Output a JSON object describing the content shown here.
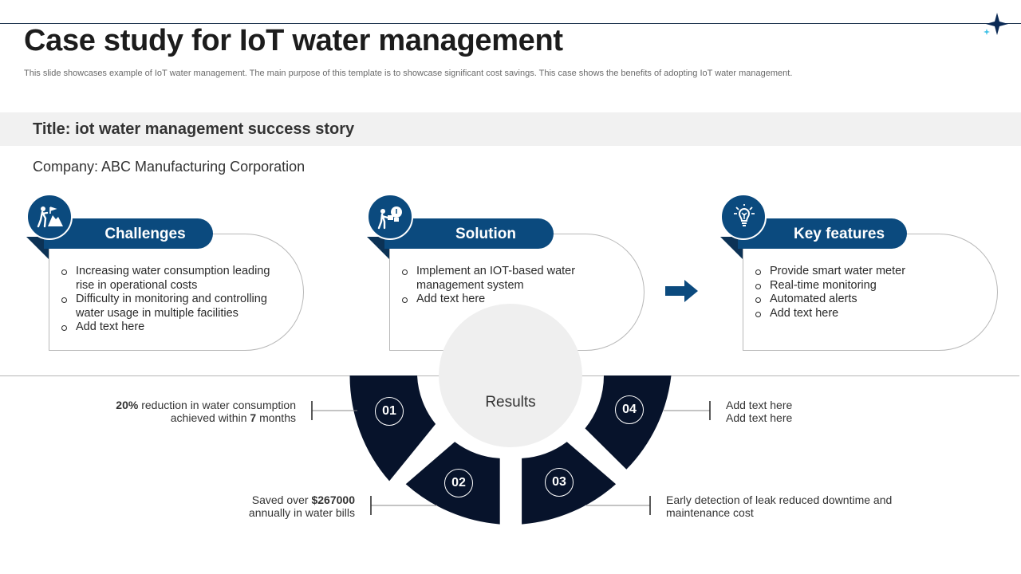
{
  "header": {
    "title": "Case study for IoT water management",
    "subtitle": "This slide showcases example of IoT water management. The main purpose of this template is to showcase significant cost savings. This case shows the benefits of adopting IoT water management."
  },
  "story_title": "Title: iot water management success story",
  "company": "Company: ABC Manufacturing Corporation",
  "cards": [
    {
      "heading": "Challenges",
      "icon": "climber-obstacle-icon",
      "items": [
        "Increasing water consumption leading rise in operational costs",
        "Difficulty in monitoring and controlling water usage in multiple facilities",
        "Add text here"
      ]
    },
    {
      "heading": "Solution",
      "icon": "person-lightbulb-icon",
      "items": [
        "Implement an IOT-based water management system",
        "Add text here"
      ]
    },
    {
      "heading": "Key features",
      "icon": "lightbulb-idea-icon",
      "items": [
        "Provide smart water meter",
        "Real-time monitoring",
        "Automated alerts",
        "Add text here"
      ]
    }
  ],
  "results": {
    "label": "Results",
    "segments": [
      {
        "num": "01",
        "pre": "20%",
        "text1": " reduction in water consumption",
        "text2": "achieved within ",
        "bold2": "7",
        "post2": " months"
      },
      {
        "num": "02",
        "text1": "Saved over ",
        "bold1": "$267000",
        "text2": "annually in water bills"
      },
      {
        "num": "03",
        "text1": "Early detection of leak reduced downtime and",
        "text2": "maintenance cost"
      },
      {
        "num": "04",
        "text1": "Add text here",
        "text2": "Add text here"
      }
    ]
  },
  "colors": {
    "navy": "#0b4a7e",
    "dark": "#07132b",
    "grey": "#f1f1f1"
  }
}
